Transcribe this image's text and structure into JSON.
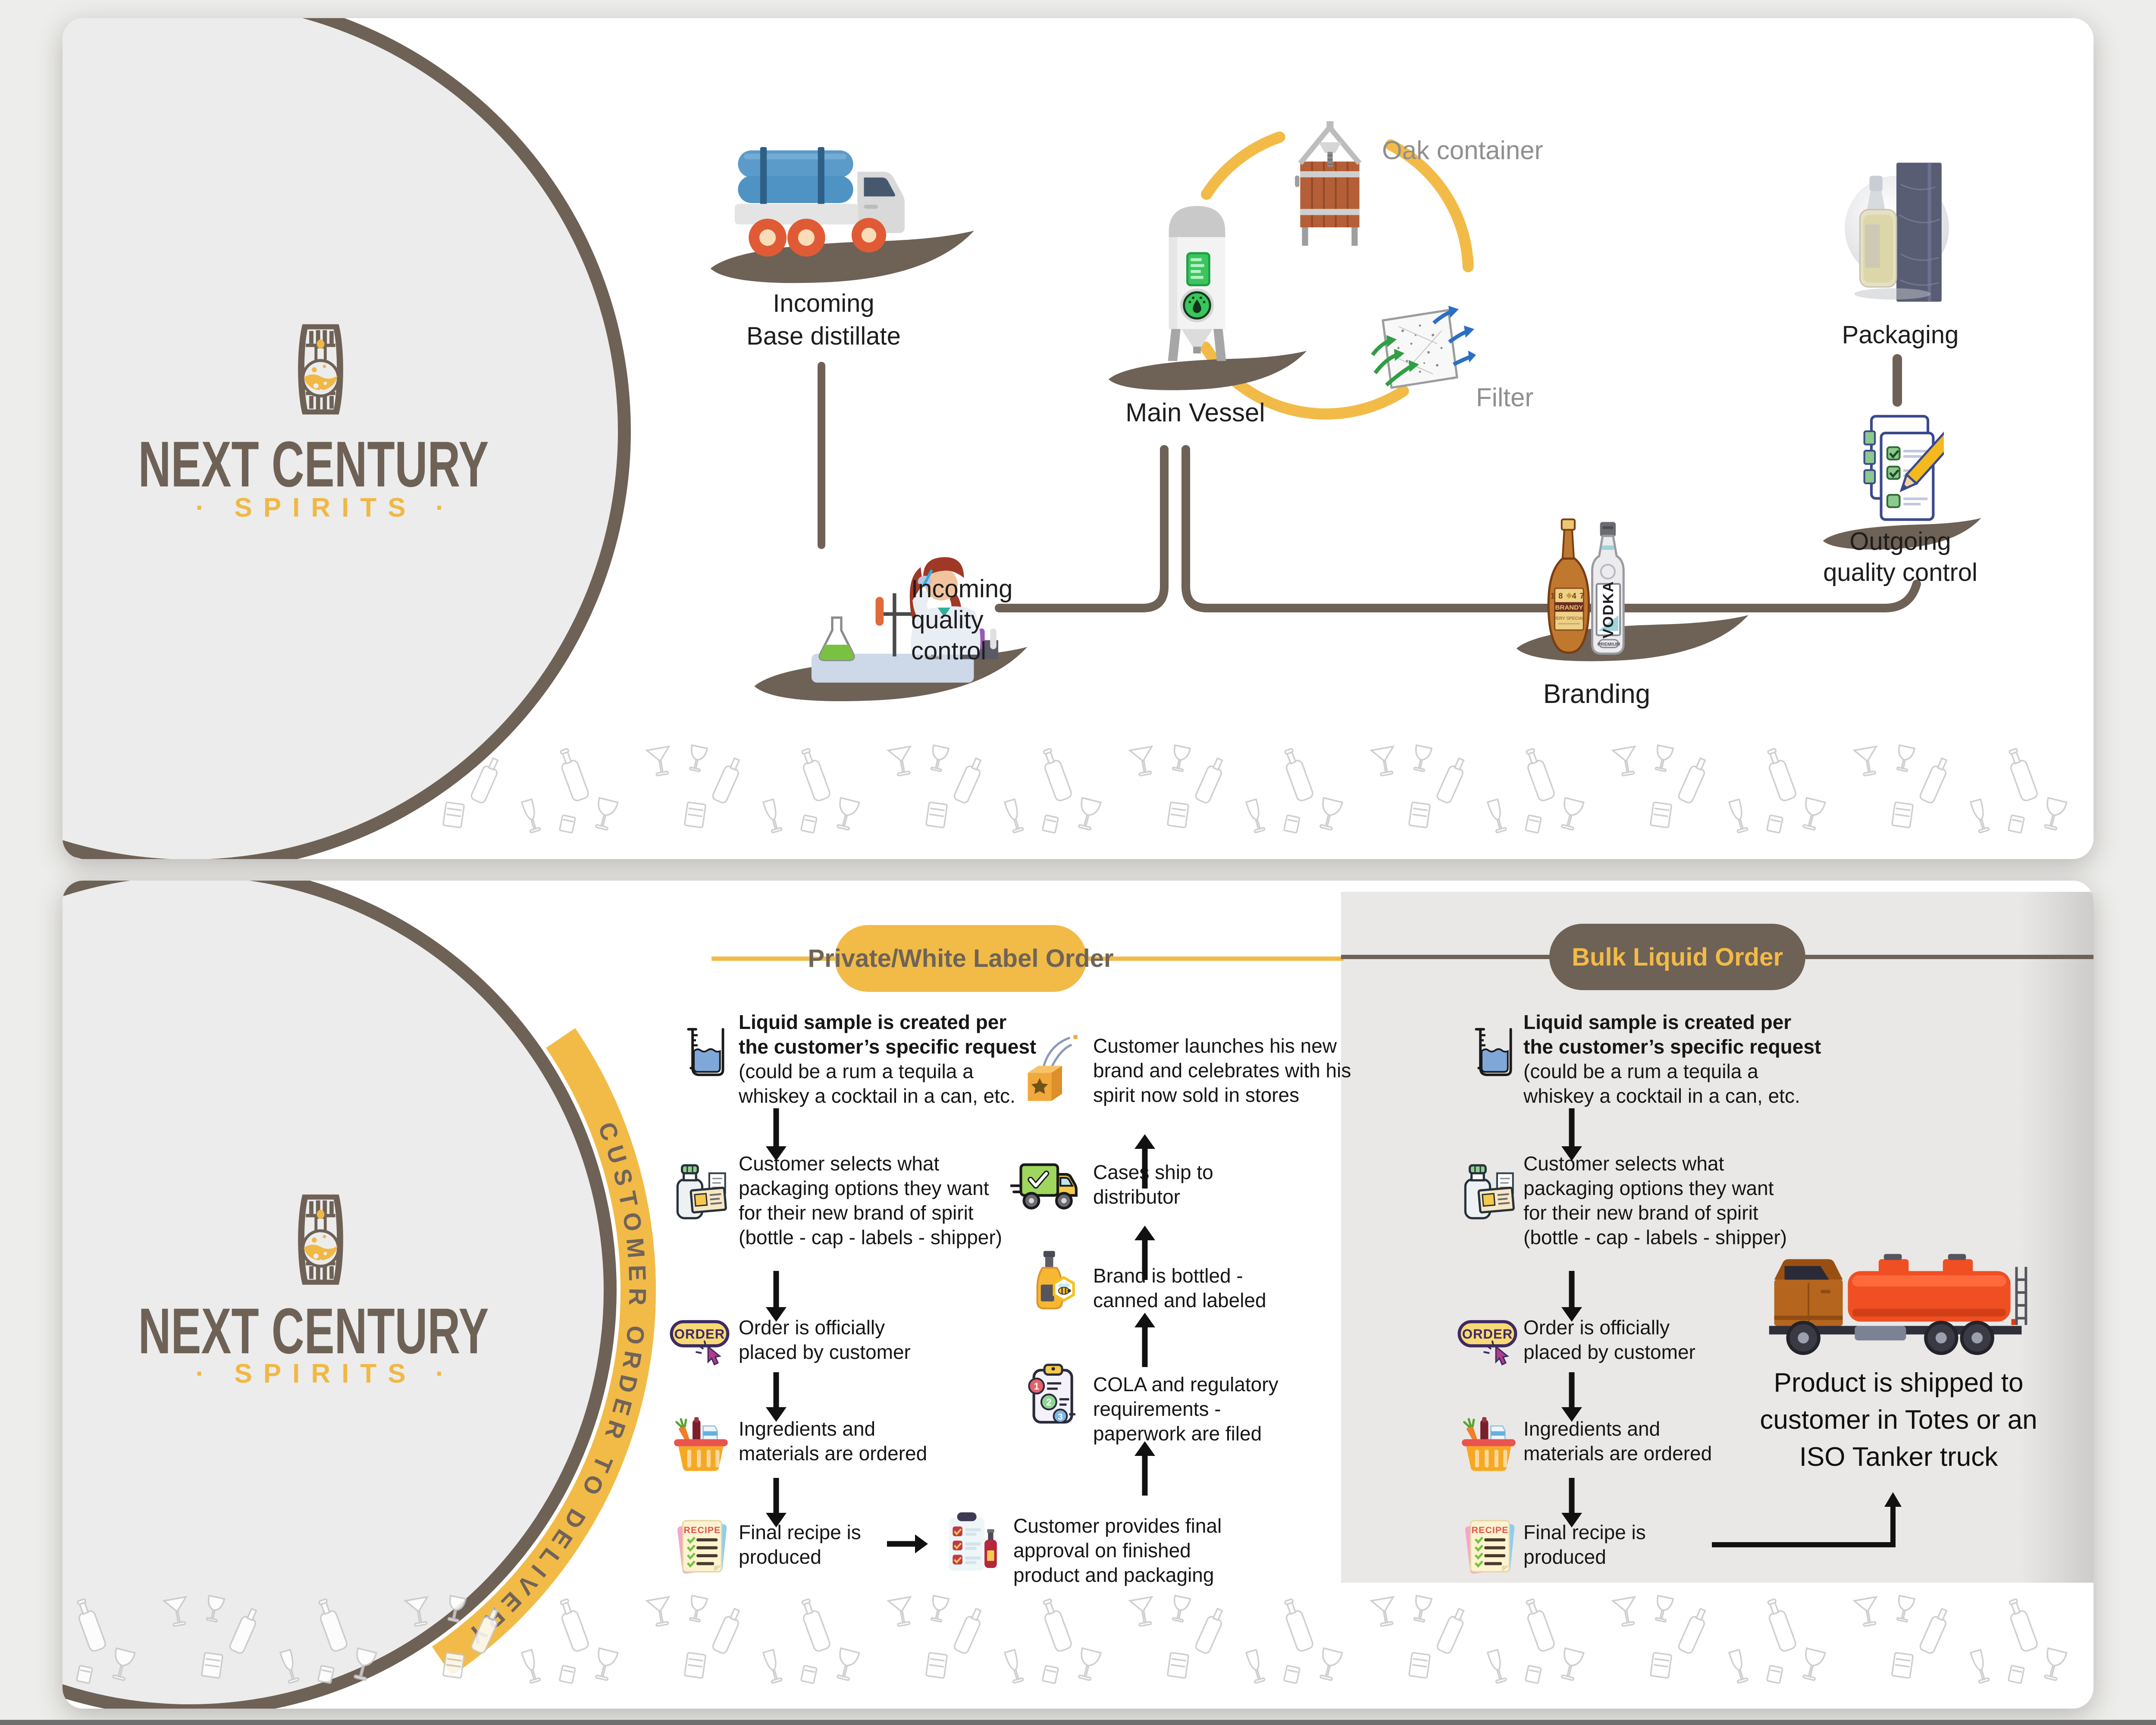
{
  "brand": {
    "logo_icon": "barrel-flask-icon",
    "name": "NEXT CENTURY",
    "tagline": "· SPIRITS ·"
  },
  "colors": {
    "accent_yellow": "#f2bb47",
    "brand_brown": "#6e6156",
    "logo_yellow": "#f0b844"
  },
  "top_panel": {
    "nodes": [
      {
        "id": "incoming-base",
        "icon": "blue-tanker-truck-icon",
        "lines": [
          "Incoming",
          "Base distillate"
        ]
      },
      {
        "id": "incoming-qc",
        "icon": "lab-scientist-icon",
        "lines": [
          "Incoming",
          "quality",
          "control"
        ]
      },
      {
        "id": "main-vessel",
        "icon": "vessel-tank-icon",
        "lines": [
          "Main Vessel"
        ]
      },
      {
        "id": "oak",
        "icon": "oak-container-icon",
        "lines": [
          "Oak container"
        ]
      },
      {
        "id": "filter",
        "icon": "filter-panel-icon",
        "lines": [
          "Filter"
        ]
      },
      {
        "id": "branding",
        "icon": "branded-bottles-icon",
        "lines": [
          "Branding"
        ]
      },
      {
        "id": "packaging",
        "icon": "bottle-and-box-photo-icon",
        "lines": [
          "Packaging"
        ]
      },
      {
        "id": "outgoing-qc",
        "icon": "checklist-pencil-icon",
        "lines": [
          "Outgoing",
          "quality control"
        ]
      }
    ]
  },
  "bottom_panel": {
    "arc_label": "CUSTOMER ORDER TO DELIVERY",
    "badges": {
      "private": "Private/White Label Order",
      "bulk": "Bulk Liquid  Order"
    },
    "flows": {
      "private_left": [
        {
          "icon": "beaker-icon",
          "bold": [
            "Liquid sample is created per",
            "the customer’s specific request"
          ],
          "lines": [
            "(could be a rum a tequila a",
            "whiskey a cocktail in a can, etc."
          ]
        },
        {
          "icon": "bottle-packaging-icon",
          "bold": [],
          "lines": [
            "Customer selects what",
            "packaging options they want",
            "for their new brand of spirit",
            "(bottle - cap - labels - shipper)"
          ]
        },
        {
          "icon": "order-button-icon",
          "bold": [],
          "lines": [
            "Order is officially",
            "placed by customer"
          ]
        },
        {
          "icon": "ingredients-basket-icon",
          "bold": [],
          "lines": [
            "Ingredients and",
            "materials are ordered"
          ]
        },
        {
          "icon": "recipe-sheet-icon",
          "bold": [],
          "lines": [
            "Final recipe is",
            "produced"
          ]
        }
      ],
      "private_right": [
        {
          "icon": "launch-box-icon",
          "bold": [],
          "lines": [
            "Customer launches his new",
            "brand and celebrates with his",
            "spirit now sold in stores"
          ]
        },
        {
          "icon": "delivery-truck-icon",
          "bold": [],
          "lines": [
            "Cases ship to",
            "distributor"
          ]
        },
        {
          "icon": "labeled-bottle-badge-icon",
          "bold": [],
          "lines": [
            "Brand is bottled -",
            "canned and labeled"
          ]
        },
        {
          "icon": "cola-clipboard-icon",
          "bold": [],
          "lines": [
            "COLA and regulatory",
            "requirements -",
            "paperwork are filed"
          ]
        },
        {
          "icon": "approval-checklist-icon",
          "bold": [],
          "lines": [
            "Customer provides final",
            "approval on finished",
            "product and packaging"
          ]
        }
      ],
      "bulk": [
        {
          "icon": "beaker-icon",
          "bold": [
            "Liquid sample is created per",
            "the customer’s specific request"
          ],
          "lines": [
            "(could be a rum a tequila a",
            "whiskey a cocktail in a can, etc."
          ]
        },
        {
          "icon": "bottle-packaging-icon",
          "bold": [],
          "lines": [
            "Customer selects what",
            "packaging options they want",
            "for their new brand of spirit",
            "(bottle - cap - labels - shipper)"
          ]
        },
        {
          "icon": "order-button-icon",
          "bold": [],
          "lines": [
            "Order is officially",
            "placed by customer"
          ]
        },
        {
          "icon": "ingredients-basket-icon",
          "bold": [],
          "lines": [
            "Ingredients and",
            "materials are ordered"
          ]
        },
        {
          "icon": "recipe-sheet-icon",
          "bold": [],
          "lines": [
            "Final recipe is",
            "produced"
          ]
        }
      ]
    },
    "bulk_shipping": {
      "icon": "iso-tanker-truck-icon",
      "lines": [
        "Product is shipped to",
        "customer in Totes or an",
        "ISO Tanker truck"
      ]
    }
  }
}
